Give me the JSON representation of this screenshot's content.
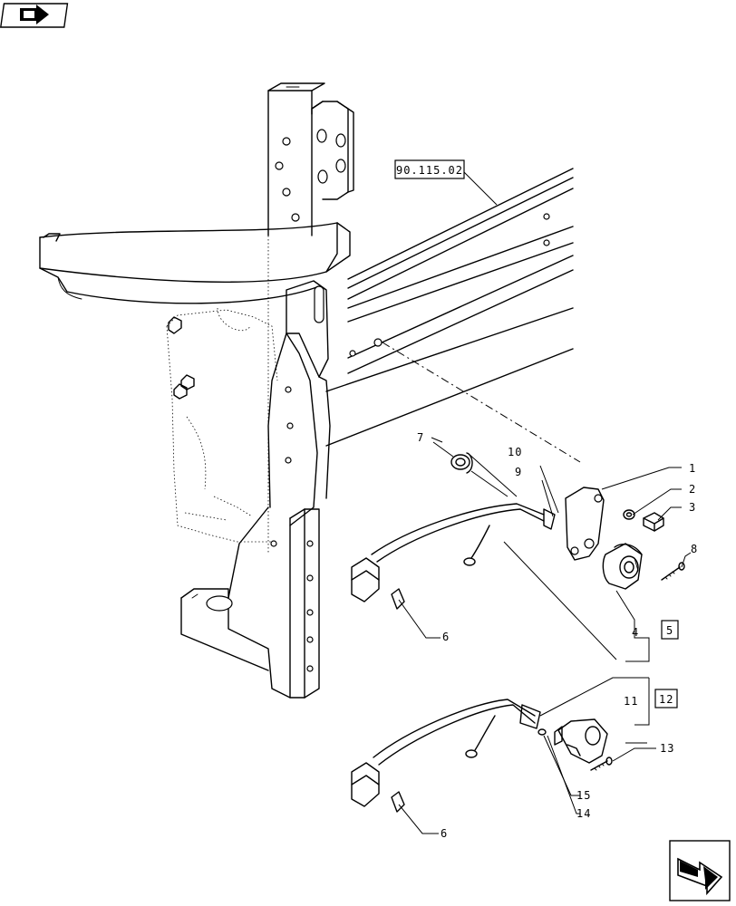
{
  "reference_label": "90.115.02",
  "callouts": {
    "c1": "1",
    "c2": "2",
    "c3": "3",
    "c4": "4",
    "c5": "5",
    "c6a": "6",
    "c6b": "6",
    "c7": "7",
    "c8": "8",
    "c9": "9",
    "c10": "10",
    "c11": "11",
    "c12": "12",
    "c13": "13",
    "c14": "14",
    "c15": "15"
  },
  "icons": {
    "top_left": "book-arrow-icon",
    "bottom_right": "next-page-arrow-icon"
  }
}
